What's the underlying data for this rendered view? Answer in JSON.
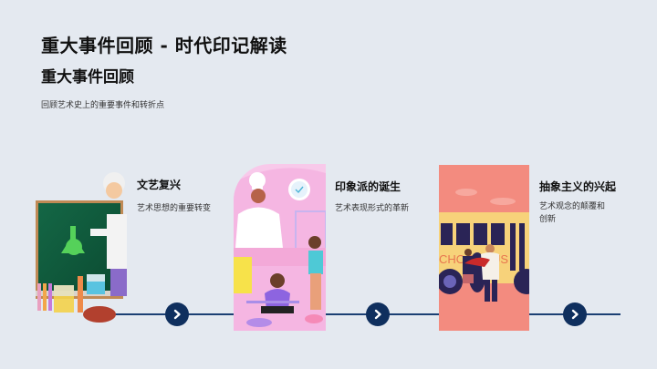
{
  "header": {
    "title": "重大事件回顾 - 时代印记解读",
    "subtitle": "重大事件回顾",
    "description": "回顾艺术史上的重要事件和转折点"
  },
  "timeline": {
    "line_color": "#1b3f73",
    "node_color": "#0f2f5e",
    "node_icon": "chevron-right-icon",
    "events": [
      {
        "title": "文艺复兴",
        "description": "艺术思想的重要转变",
        "image": "scientist-chalkboard-illustration"
      },
      {
        "title": "印象派的诞生",
        "description": "艺术表现形式的革新",
        "image": "cafe-chef-illustration"
      },
      {
        "title": "抽象主义的兴起",
        "description": "艺术观念的颠覆和创新",
        "image": "school-bus-illustration"
      }
    ]
  }
}
